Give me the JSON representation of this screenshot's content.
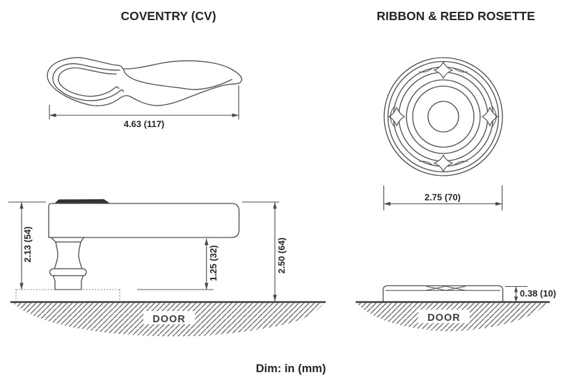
{
  "titles": {
    "coventry": "COVENTRY (CV)",
    "rosette": "RIBBON & REED ROSETTE"
  },
  "lever_top_view": {
    "length": "4.63 (117)"
  },
  "rosette_front_view": {
    "diameter": "2.75 (70)"
  },
  "lever_side_view": {
    "height_to_rosette": "2.13 (54)",
    "grip_clearance": "1.25 (32)",
    "projection": "2.50 (64)",
    "door_label": "DOOR"
  },
  "rosette_side_view": {
    "thickness": "0.38 (10)",
    "door_label": "DOOR"
  },
  "footer": {
    "dim_note": "Dim: in (mm)"
  },
  "colors": {
    "line": "#4f4f4f",
    "text": "#262626",
    "door_line": "#3a3a3a",
    "hatch": "#575757",
    "lever_cap": "#333333",
    "background": "#ffffff"
  }
}
